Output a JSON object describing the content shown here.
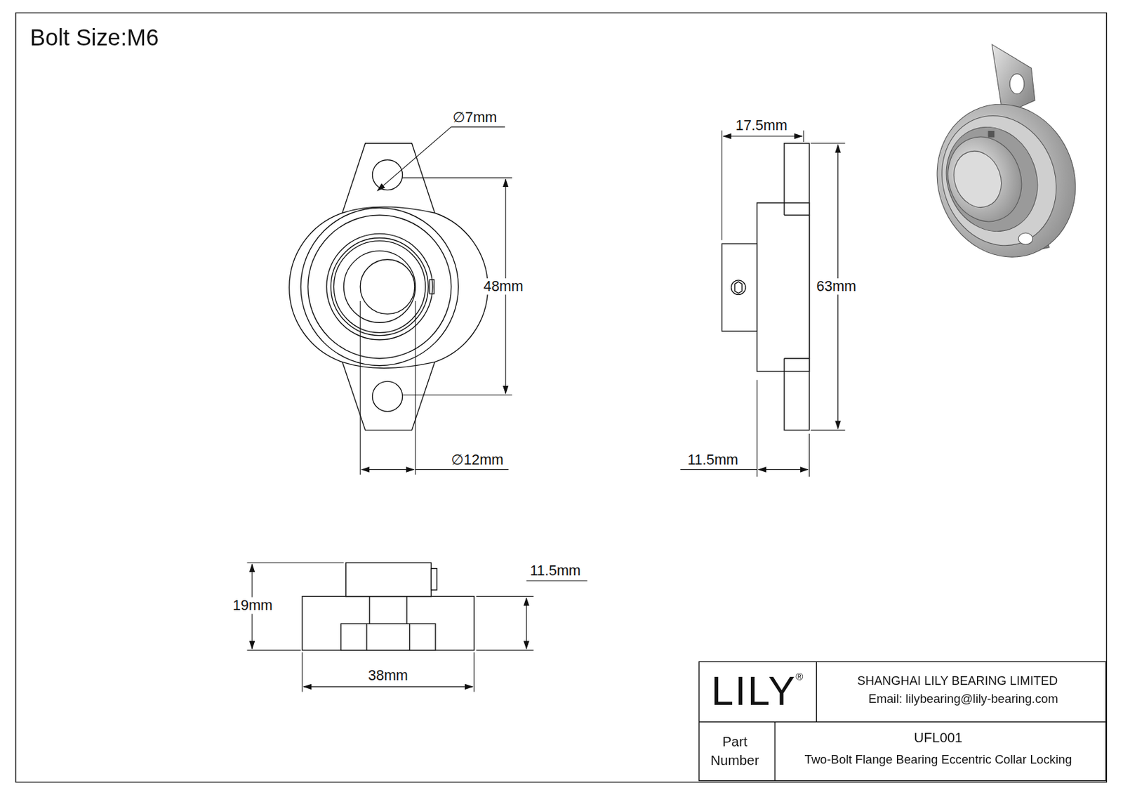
{
  "diagram": {
    "title": "Bolt Size:M6",
    "labels": [
      "∅7mm",
      "48mm",
      "∅12mm",
      "17.5mm",
      "63mm",
      "11.5mm",
      "19mm",
      "11.5mm",
      "38mm",
      "LILY",
      "®",
      "SHANGHAI LILY BEARING LIMITED",
      "Email: lilybearing@lily-bearing.com",
      "Part Number",
      "UFL001",
      "Two-Bolt Flange Bearing Eccentric Collar Locking"
    ]
  }
}
